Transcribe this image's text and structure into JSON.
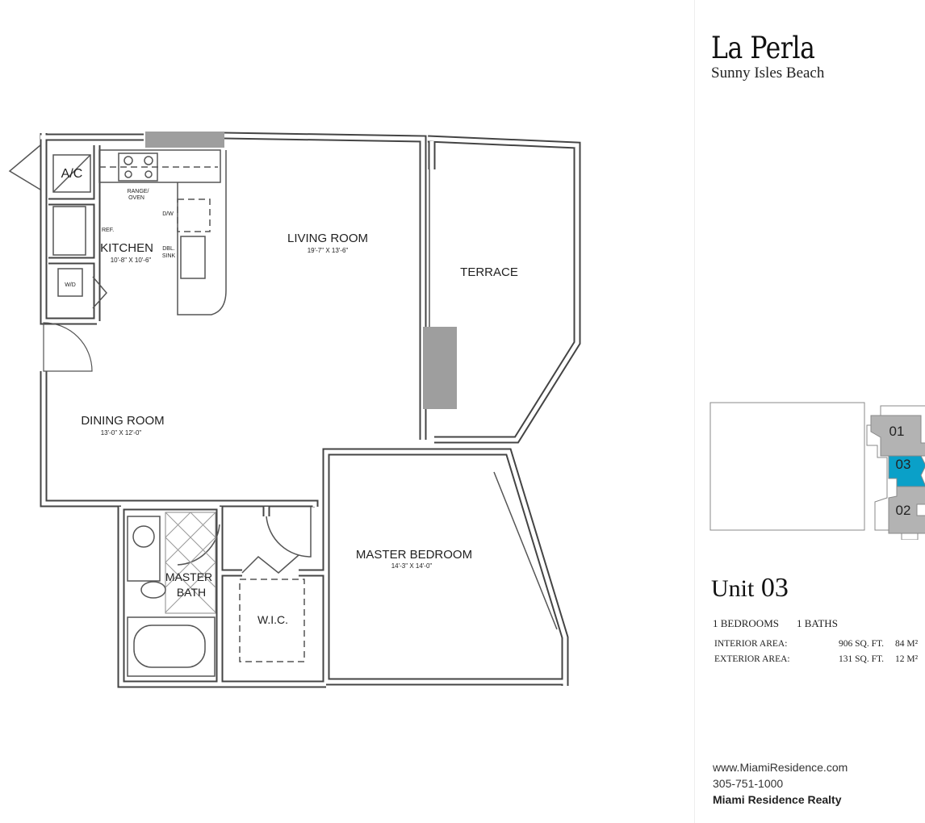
{
  "plan": {
    "rooms": [
      {
        "name": "LIVING ROOM",
        "dims": "19'-7\" X 13'-6\""
      },
      {
        "name": "KITCHEN",
        "dims": "10'-8\" X 10'-6\""
      },
      {
        "name": "DINING ROOM",
        "dims": "13'-0\" X 12'-0\""
      },
      {
        "name": "MASTER BEDROOM",
        "dims": "14'-3\" X 14'-0\""
      },
      {
        "name": "TERRACE"
      },
      {
        "name": "MASTER",
        "name2": "BATH"
      },
      {
        "name": "W.I.C."
      }
    ],
    "fixtures": {
      "ac": "A/C",
      "range": "RANGE/",
      "range2": "OVEN",
      "dw": "D/W",
      "ref": "REF.",
      "sink": "DBL.",
      "sink2": "SINK",
      "wd": "W/D"
    }
  },
  "panel": {
    "title": "La Perla",
    "subtitle": "Sunny Isles Beach",
    "keyplan": {
      "units": [
        "01",
        "03",
        "02"
      ],
      "highlight_color": "#0aa0c8",
      "other_color": "#b3b3b3"
    },
    "unit_label": "Unit",
    "unit_number": "03",
    "bedrooms": "1 BEDROOMS",
    "baths": "1 BATHS",
    "interior": {
      "label": "INTERIOR AREA:",
      "sqft": "906 SQ. FT.",
      "m2": "84 M²"
    },
    "exterior": {
      "label": "EXTERIOR AREA:",
      "sqft": "131 SQ. FT.",
      "m2": "12 M²"
    },
    "website": "www.MiamiResidence.com",
    "phone": "305-751-1000",
    "company": "Miami Residence Realty"
  }
}
